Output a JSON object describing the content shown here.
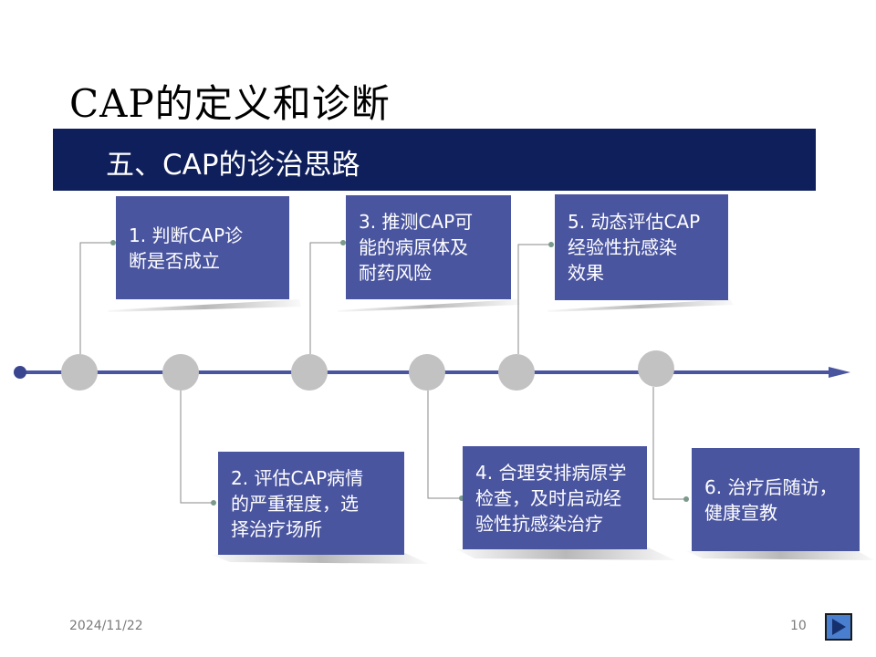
{
  "slide": {
    "title": "CAP的定义和诊断",
    "banner": "五、CAP的诊治思路",
    "footer": {
      "date": "2024/11/22",
      "page_number": "10"
    },
    "steps": [
      "1. 判断CAP诊\n断是否成立",
      "2. 评估CAP病情\n的严重程度，选\n择治疗场所",
      "3. 推测CAP可\n能的病原体及\n耐药风险",
      "4. 合理安排病原学\n检查，及时启动经\n验性抗感染治疗",
      "5. 动态评估CAP\n经验性抗感染\n效果",
      "6. 治疗后随访，\n健康宣教"
    ]
  },
  "colors": {
    "banner": "#0f1f5c",
    "box": "#4a55a0",
    "timeline": "#4a55a0",
    "node": "#c2c2c2"
  },
  "icons": {
    "next": "next-slide-icon"
  }
}
